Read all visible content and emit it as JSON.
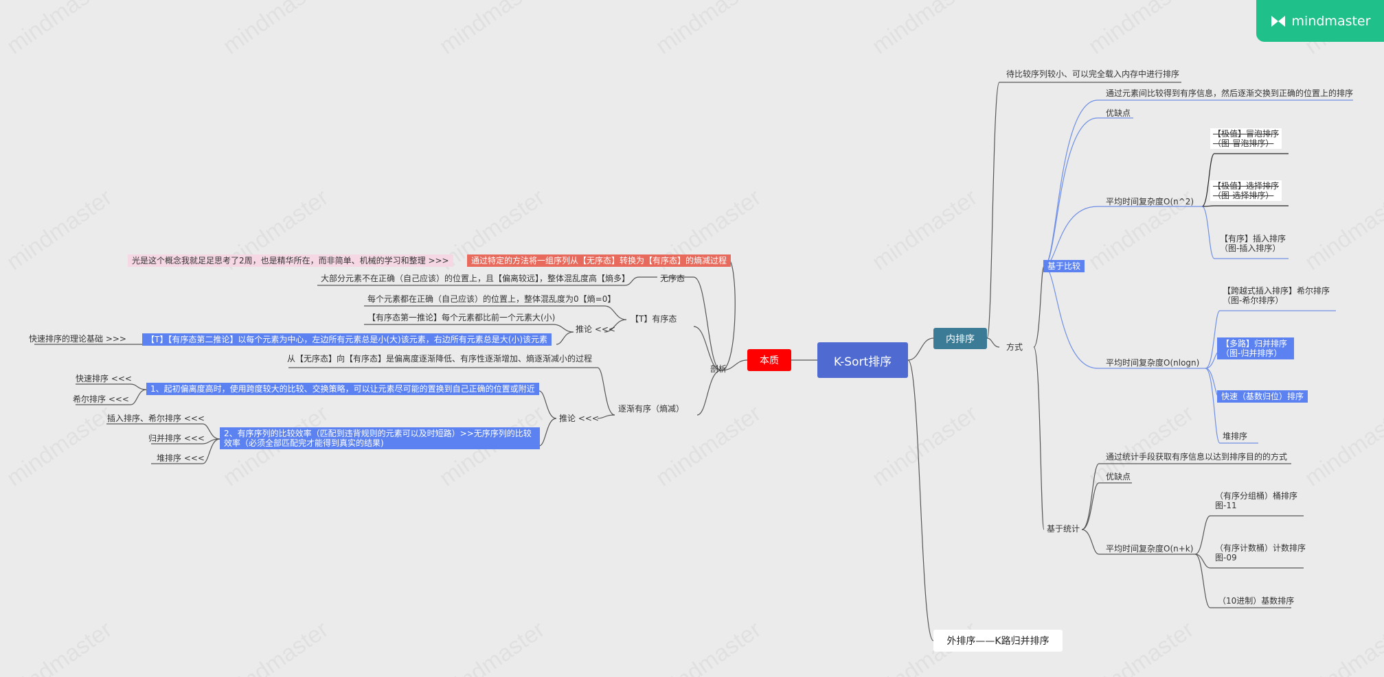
{
  "brand": {
    "name": "mindmaster",
    "watermark": "mindmaster"
  },
  "root": "K-Sort排序",
  "essence": {
    "label": "本质",
    "definition": "通过特定的方法将一组序列从【无序态】转换为【有序态】的熵减过程",
    "note": "光是这个概念我就足足思考了2周，也是精华所在，而非简单、机械的学习和整理  >>>",
    "analysis": {
      "label": "剖析",
      "disorder": {
        "label": "无序态",
        "desc": "大部分元素不在正确（自己应该）的位置上，且【偏离较远】，整体混乱度高【熵多】"
      },
      "order": {
        "label": "【T】有序态",
        "desc": "每个元素都在正确（自己应该）的位置上，整体混乱度为0【熵=0】",
        "inference": {
          "label": "推论  <<<",
          "first": "【有序态第一推论】每个元素都比前一个元素大(小)",
          "second": "【T】【有序态第二推论】以每个元素为中心，左边所有元素总是小(大)该元素，右边所有元素总是大(小)该元素",
          "second_note": "快速排序的理论基础 >>>"
        }
      },
      "gradual": {
        "label": "逐渐有序（熵减）",
        "desc": "从【无序态】向【有序态】是偏离度逐渐降低、有序性逐渐增加、熵逐渐减小的过程",
        "inference": {
          "label": "推论 <<<",
          "p1": "1、起初偏离度高时，使用跨度较大的比较、交换策略，可以让元素尽可能的置换到自己正确的位置或附近",
          "p1_children": [
            "快速排序 <<<",
            "希尔排序  <<<"
          ],
          "p2": "2、有序序列的比较效率（匹配到违背规则的元素可以及时短路）>>无序序列的比较效率（必须全部匹配完才能得到真实的结果)",
          "p2_children": [
            "插入排序、希尔排序 <<<",
            "归并排序 <<<",
            "堆排序 <<<"
          ]
        }
      }
    }
  },
  "internal": {
    "label": "内排序",
    "condition": "待比较序列较小、可以完全载入内存中进行排序",
    "method": {
      "label": "方式",
      "comparison": {
        "label": "基于比较",
        "desc": "通过元素间比较得到有序信息，然后逐渐交换到正确的位置上的排序",
        "pros": "优缺点",
        "n2": {
          "label": "平均时间复杂度O(n^2)",
          "items": [
            {
              "line1": "【极值】冒泡排序",
              "line2": "（图-冒泡排序）"
            },
            {
              "line1": "【极值】选择排序",
              "line2": "（图-选择排序）"
            },
            {
              "line1": "【有序】插入排序",
              "line2": "（图-插入排序）"
            }
          ]
        },
        "nlogn": {
          "label": "平均时间复杂度O(nlogn)",
          "items": [
            {
              "line1": "【跨越式插入排序】希尔排序",
              "line2": "（图-希尔排序）"
            },
            {
              "line1": "【多路】归并排序",
              "line2": "（图-归并排序）"
            },
            {
              "line1": "快速（基数归位）排序",
              "line2": ""
            },
            {
              "line1": "堆排序",
              "line2": ""
            }
          ]
        }
      },
      "statistics": {
        "label": "基于统计",
        "desc": "通过统计手段获取有序信息以达到排序目的的方式",
        "pros": "优缺点",
        "nk": {
          "label": "平均时间复杂度O(n+k)",
          "items": [
            {
              "line1": "（有序分组桶）桶排序",
              "line2": "图-11"
            },
            {
              "line1": "（有序计数桶）计数排序",
              "line2": "图-09"
            },
            {
              "line1": "（10进制）基数排序",
              "line2": ""
            }
          ]
        }
      }
    }
  },
  "external": {
    "label": "外排序——K路归并排序"
  },
  "colors": {
    "root": "#4f6bd2",
    "essence": "#ff0000",
    "internal": "#3b7b96",
    "highlight": "#5b82f0",
    "brand": "#1fc08a"
  }
}
